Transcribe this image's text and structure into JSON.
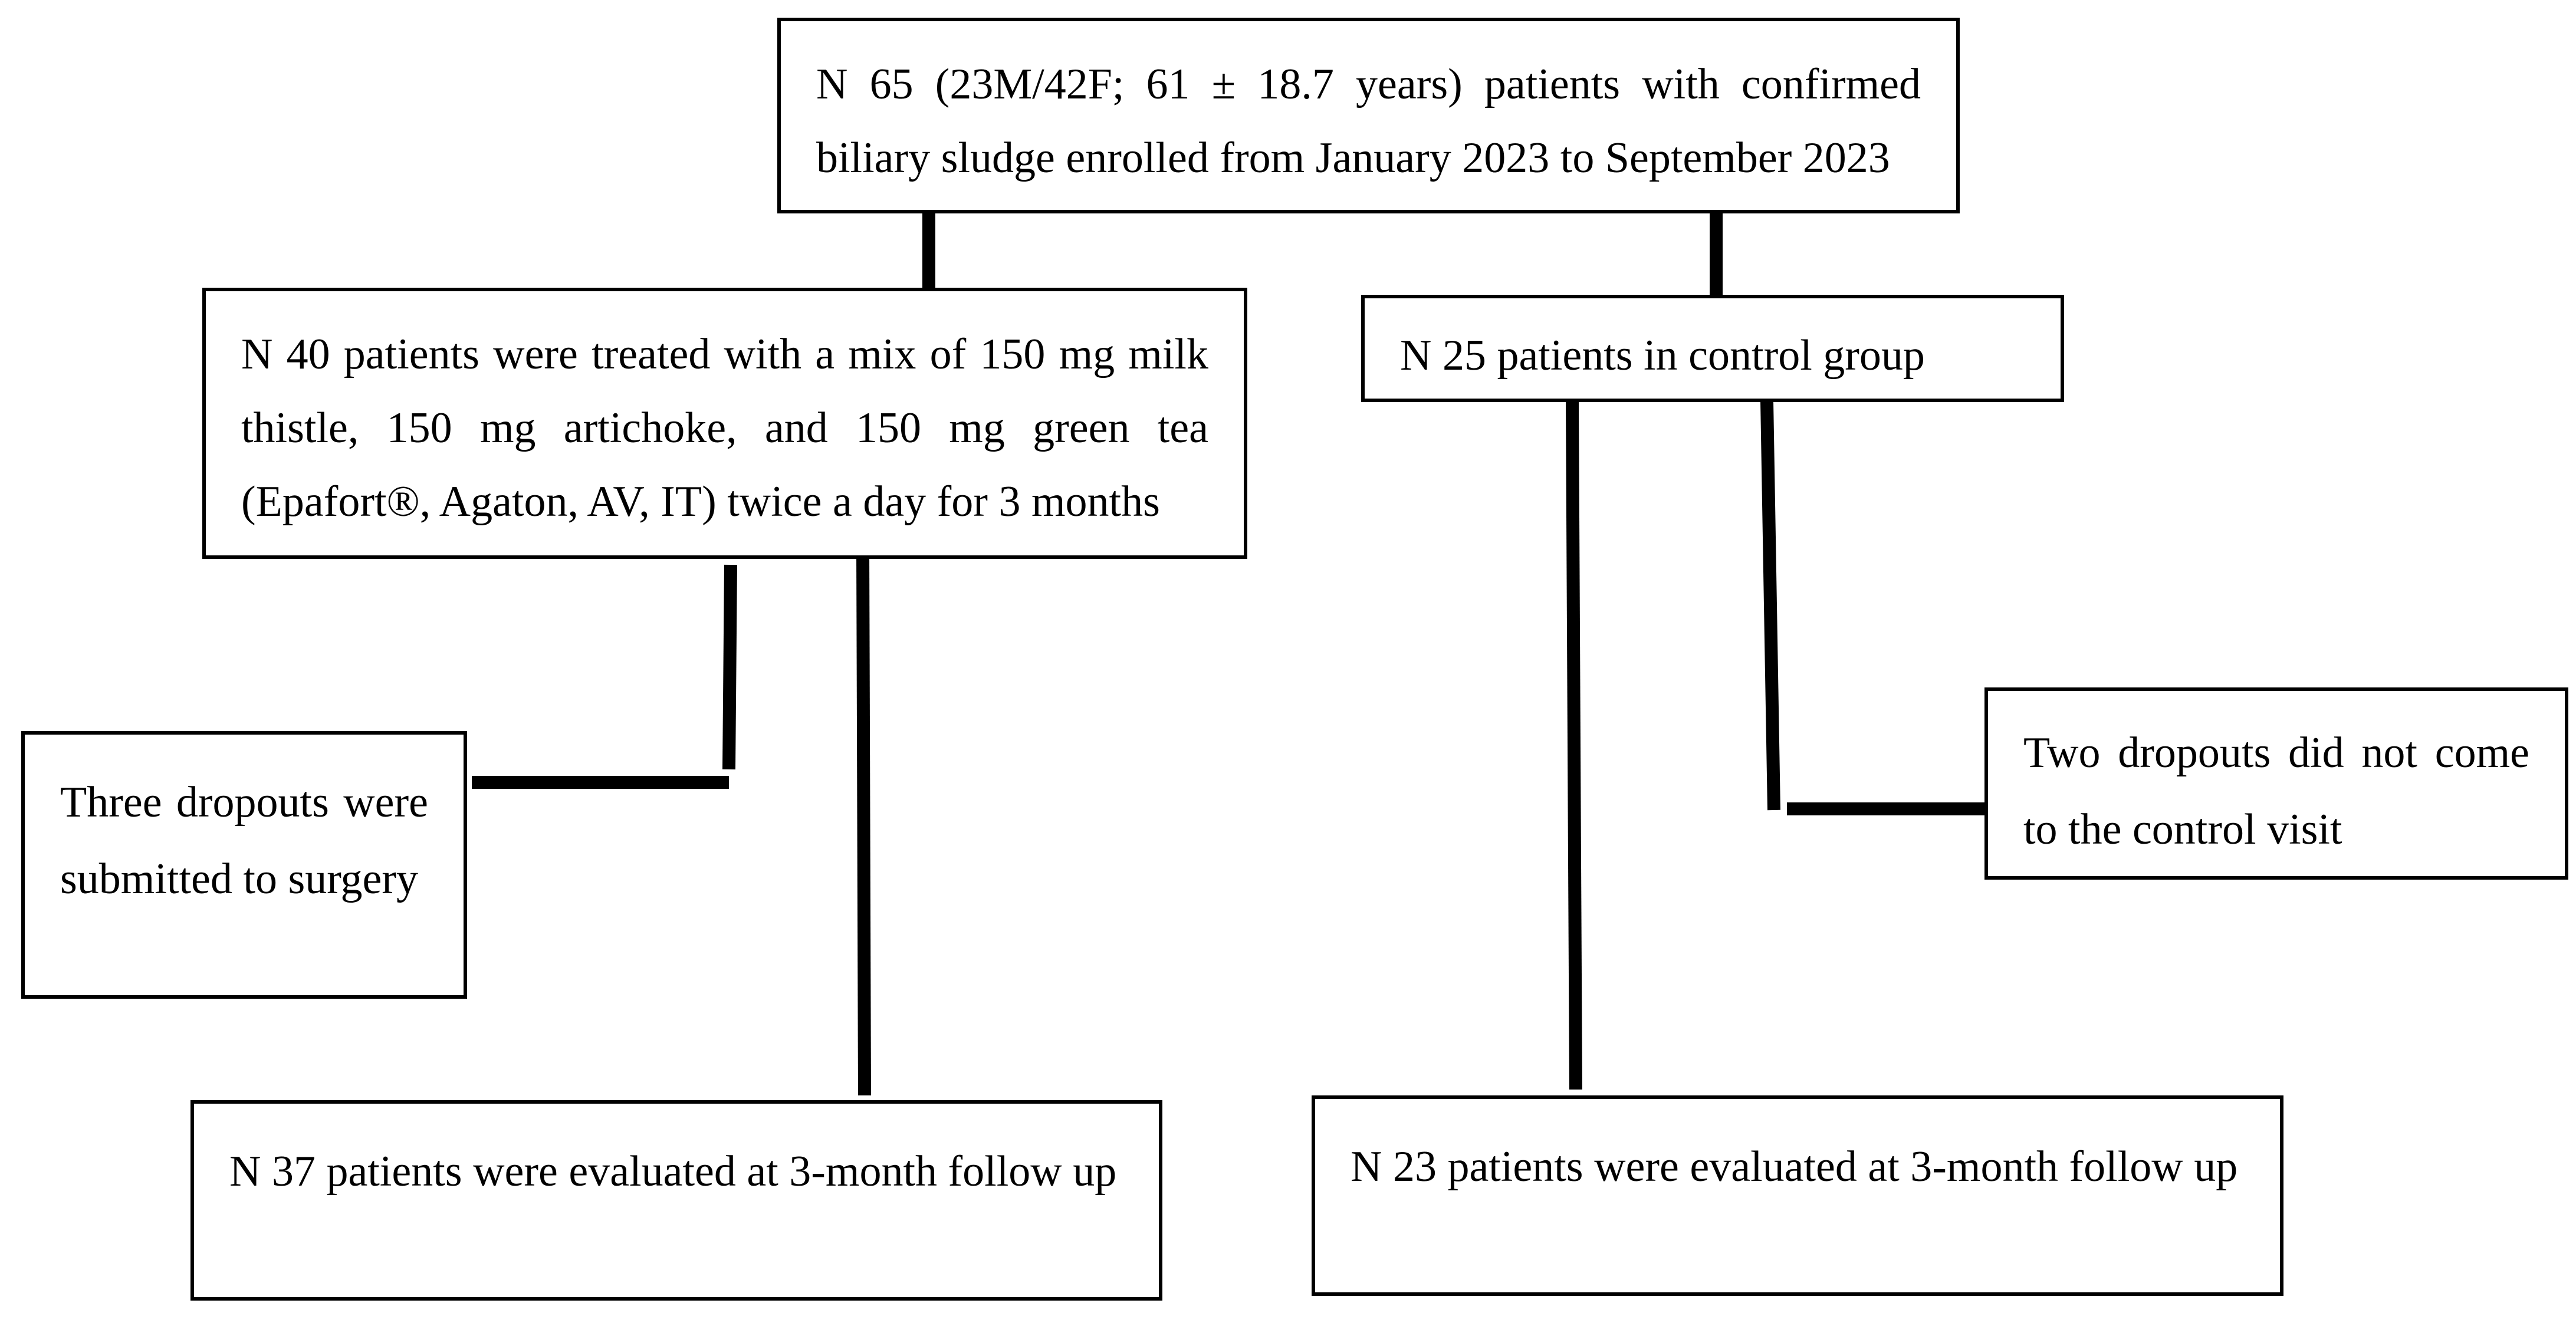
{
  "flowchart": {
    "enrolled": {
      "text": "N 65 (23M/42F; 61 ± 18.7 years) patients with confirmed biliary sludge enrolled from January 2023 to September 2023"
    },
    "treatment_group": {
      "text": "N 40 patients were treated with a mix of 150 mg milk thistle, 150 mg artichoke, and 150 mg green tea (Epafort®, Agaton, AV, IT) twice a day for 3 months"
    },
    "control_group": {
      "text": "N 25 patients in control group"
    },
    "treatment_dropouts": {
      "text": "Three dropouts were submitted to surgery"
    },
    "control_dropouts": {
      "text": "Two dropouts did not come to the control visit"
    },
    "treatment_followup": {
      "text": "N 37 patients were evaluated at 3-month follow up"
    },
    "control_followup": {
      "text": "N 23 patients were evaluated at 3-month follow up"
    }
  }
}
